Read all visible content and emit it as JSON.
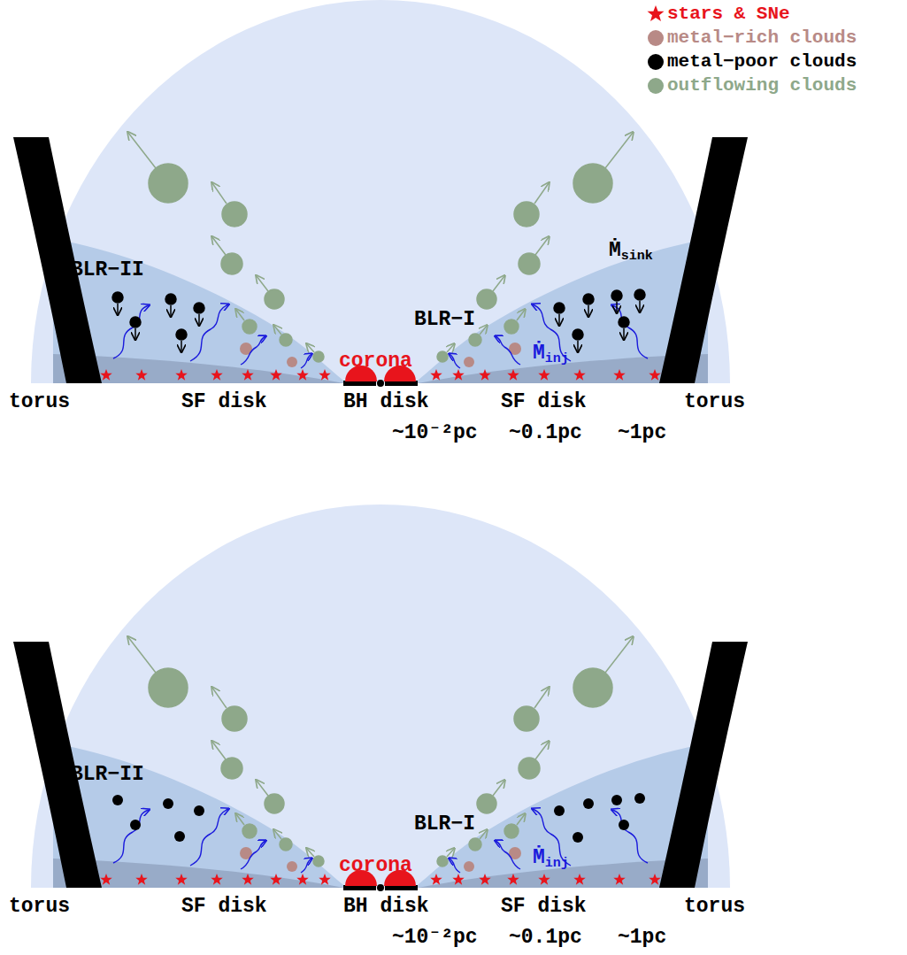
{
  "diagram": {
    "labels": [
      "BLR−II",
      "Ṁsink",
      "BLR−I",
      "Ṁinj",
      "corona",
      "torus",
      "SF disk",
      "BH disk",
      "SF disk",
      "torus",
      "~10⁻²pc",
      "~0.1pc",
      "~1pc",
      "BLR−II",
      "BLR−I",
      "Ṁinj",
      "corona",
      "torus",
      "SF disk",
      "BH disk",
      "SF disk",
      "torus",
      "~10⁻²pc",
      "~0.1pc",
      "~1pc"
    ],
    "legend": [
      {
        "text": "stars & SNe",
        "color": "#e8141c"
      },
      {
        "text": "metal−rich clouds",
        "color": "#b88a86"
      },
      {
        "text": "metal−poor clouds",
        "color": "#000000"
      },
      {
        "text": "outflowing clouds",
        "color": "#8ea88a"
      }
    ]
  }
}
